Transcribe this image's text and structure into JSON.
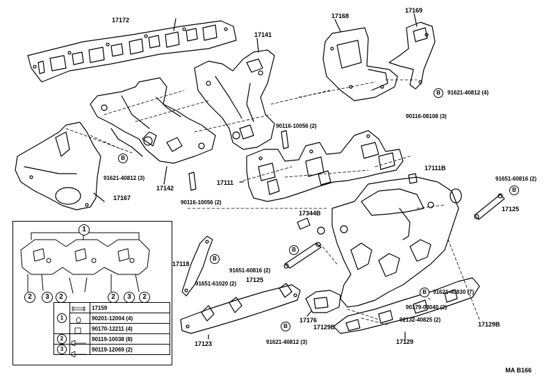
{
  "parts": {
    "p17172": "17172",
    "p17141": "17141",
    "p17168": "17168",
    "p17169": "17169",
    "p91621_40812_4": "91621-40812 (4)",
    "p90116_10056_2a": "90116-10056 (2)",
    "p90116_08108_3": "90116-08108 (3)",
    "p91621_40812_3a": "91621-40812 (3)",
    "p17142": "17142",
    "p17167": "17167",
    "p90116_10056_2b": "90116-10056 (2)",
    "p17111": "17111",
    "p17111B": "17111B",
    "p91651_60816_2a": "91651-60816 (2)",
    "p17125a": "17125",
    "p17344B": "17344B",
    "p17118": "17118",
    "p91651_60816_2b": "91651-60816 (2)",
    "p91651_61020_2": "91651-61020 (2)",
    "p17125b": "17125",
    "p91621_40830_7": "91621-40830 (7)",
    "p90179_08040_2": "90179-08040 (2)",
    "p92132_40825_2": "92132-40825 (2)",
    "p17176": "17176",
    "p17129B_a": "17129B",
    "p17129B_b": "17129B",
    "p17123": "17123",
    "p91621_40812_3b": "91621-40812 (3)",
    "p17129": "17129"
  },
  "markers": {
    "b": "B",
    "one": "1",
    "two": "2",
    "three": "3"
  },
  "legend": {
    "rows": [
      {
        "key": "1",
        "part": "17159"
      },
      {
        "key": "",
        "part": "90201-12004 (4)"
      },
      {
        "key": "",
        "part": "90170-12211 (4)"
      },
      {
        "key": "2",
        "part": "90119-10038 (8)"
      },
      {
        "key": "3",
        "part": "90119-12069 (2)"
      }
    ]
  },
  "footer": "MA  B166"
}
